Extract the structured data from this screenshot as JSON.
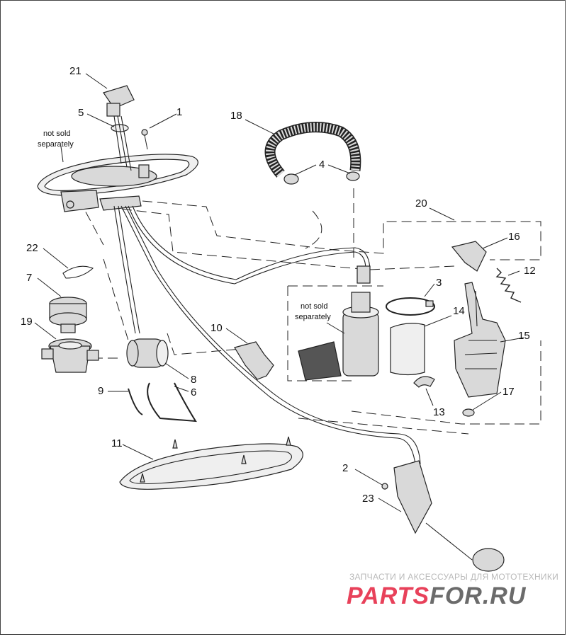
{
  "callouts": [
    "21",
    "5",
    "1",
    "18",
    "4",
    "20",
    "16",
    "22",
    "3",
    "7",
    "12",
    "19",
    "14",
    "10",
    "15",
    "8",
    "6",
    "9",
    "17",
    "13",
    "11",
    "2",
    "23"
  ],
  "notes": {
    "not_sold_1": [
      "not sold",
      "separately"
    ],
    "not_sold_2": [
      "not sold",
      "separately"
    ]
  },
  "watermark": {
    "subtitle": "ЗАПЧАСТИ И АКСЕССУАРЫ ДЛЯ МОТОТЕХНИКИ",
    "brand_a": "PARTS",
    "brand_b": "FOR.RU",
    "color_red": "#e8415a",
    "color_dark": "#6b6b6b"
  }
}
